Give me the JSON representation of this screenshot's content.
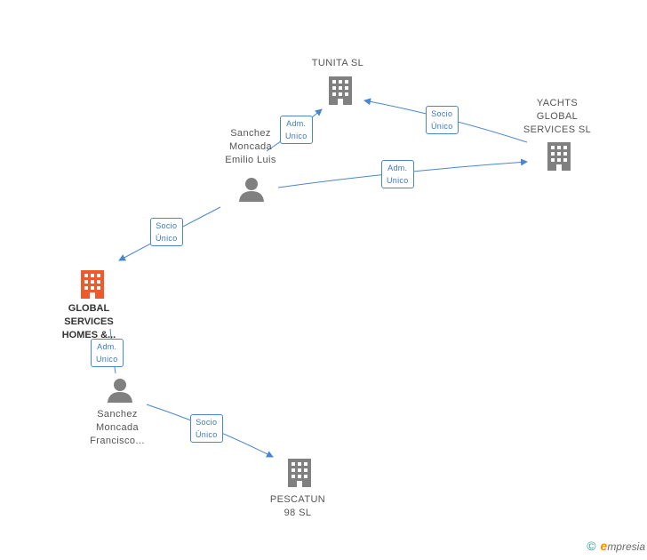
{
  "colors": {
    "edge": "#4a86d0",
    "company": "#808080",
    "company_focus": "#f05a2b",
    "person": "#808080"
  },
  "nodes": {
    "tunita": {
      "lines": [
        "TUNITA  SL"
      ],
      "icon": "building-icon"
    },
    "yachts": {
      "lines": [
        "YACHTS",
        "GLOBAL",
        "SERVICES  SL"
      ],
      "icon": "building-icon"
    },
    "emilio": {
      "lines": [
        "Sanchez",
        "Moncada",
        "Emilio Luis"
      ],
      "icon": "person-icon"
    },
    "global": {
      "lines": [
        "GLOBAL",
        "SERVICES",
        "HOMES &..."
      ],
      "icon": "building-icon"
    },
    "francisco": {
      "lines": [
        "Sanchez",
        "Moncada",
        "Francisco..."
      ],
      "icon": "person-icon"
    },
    "pescatun": {
      "lines": [
        "PESCATUN",
        "98 SL"
      ],
      "icon": "building-icon"
    }
  },
  "edges": {
    "e1": {
      "lines": [
        "Adm.",
        "Unico"
      ]
    },
    "e2": {
      "lines": [
        "Socio",
        "Único"
      ]
    },
    "e3": {
      "lines": [
        "Adm.",
        "Unico"
      ]
    },
    "e4": {
      "lines": [
        "Socio",
        "Único"
      ]
    },
    "e5": {
      "lines": [
        "Adm.",
        "Unico"
      ]
    },
    "e6": {
      "lines": [
        "Socio",
        "Único"
      ]
    }
  },
  "footer": {
    "copyright": "©",
    "brand_initial": "e",
    "brand_rest": "mpresia"
  }
}
